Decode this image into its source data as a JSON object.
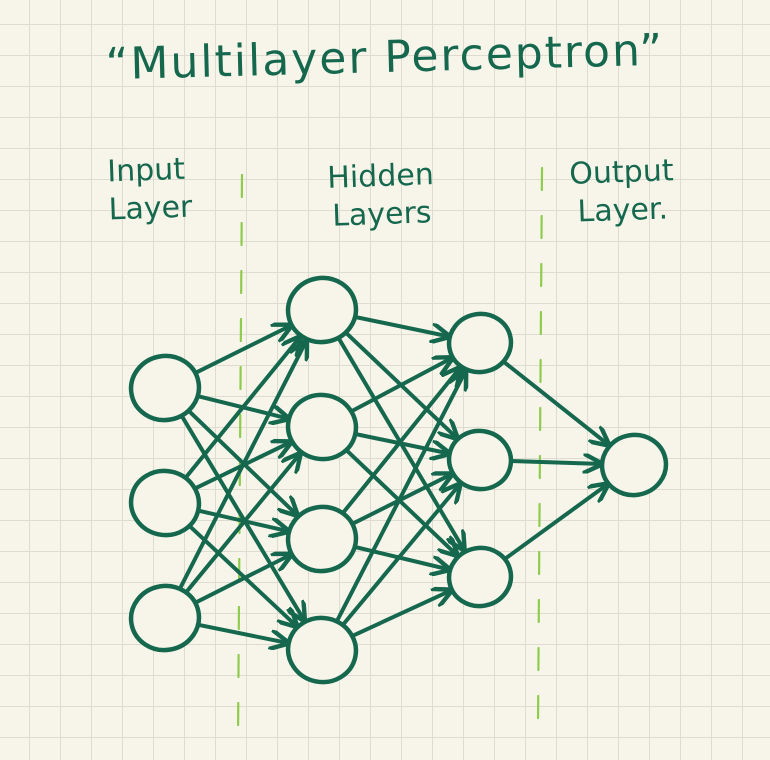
{
  "title": "“Multilayer Perceptron”",
  "labels": {
    "input": [
      "Input",
      "Layer"
    ],
    "hidden": [
      "Hidden",
      "Layers"
    ],
    "output": [
      "Output",
      "Layer."
    ]
  },
  "colors": {
    "ink": "#15684d",
    "divider": "#8fcb4d",
    "paper": "#f7f5ea",
    "grid": "#dedcd0"
  },
  "layers": [
    {
      "name": "input",
      "nodes": 3
    },
    {
      "name": "hidden-1",
      "nodes": 4
    },
    {
      "name": "hidden-2",
      "nodes": 3
    },
    {
      "name": "output",
      "nodes": 1
    }
  ]
}
